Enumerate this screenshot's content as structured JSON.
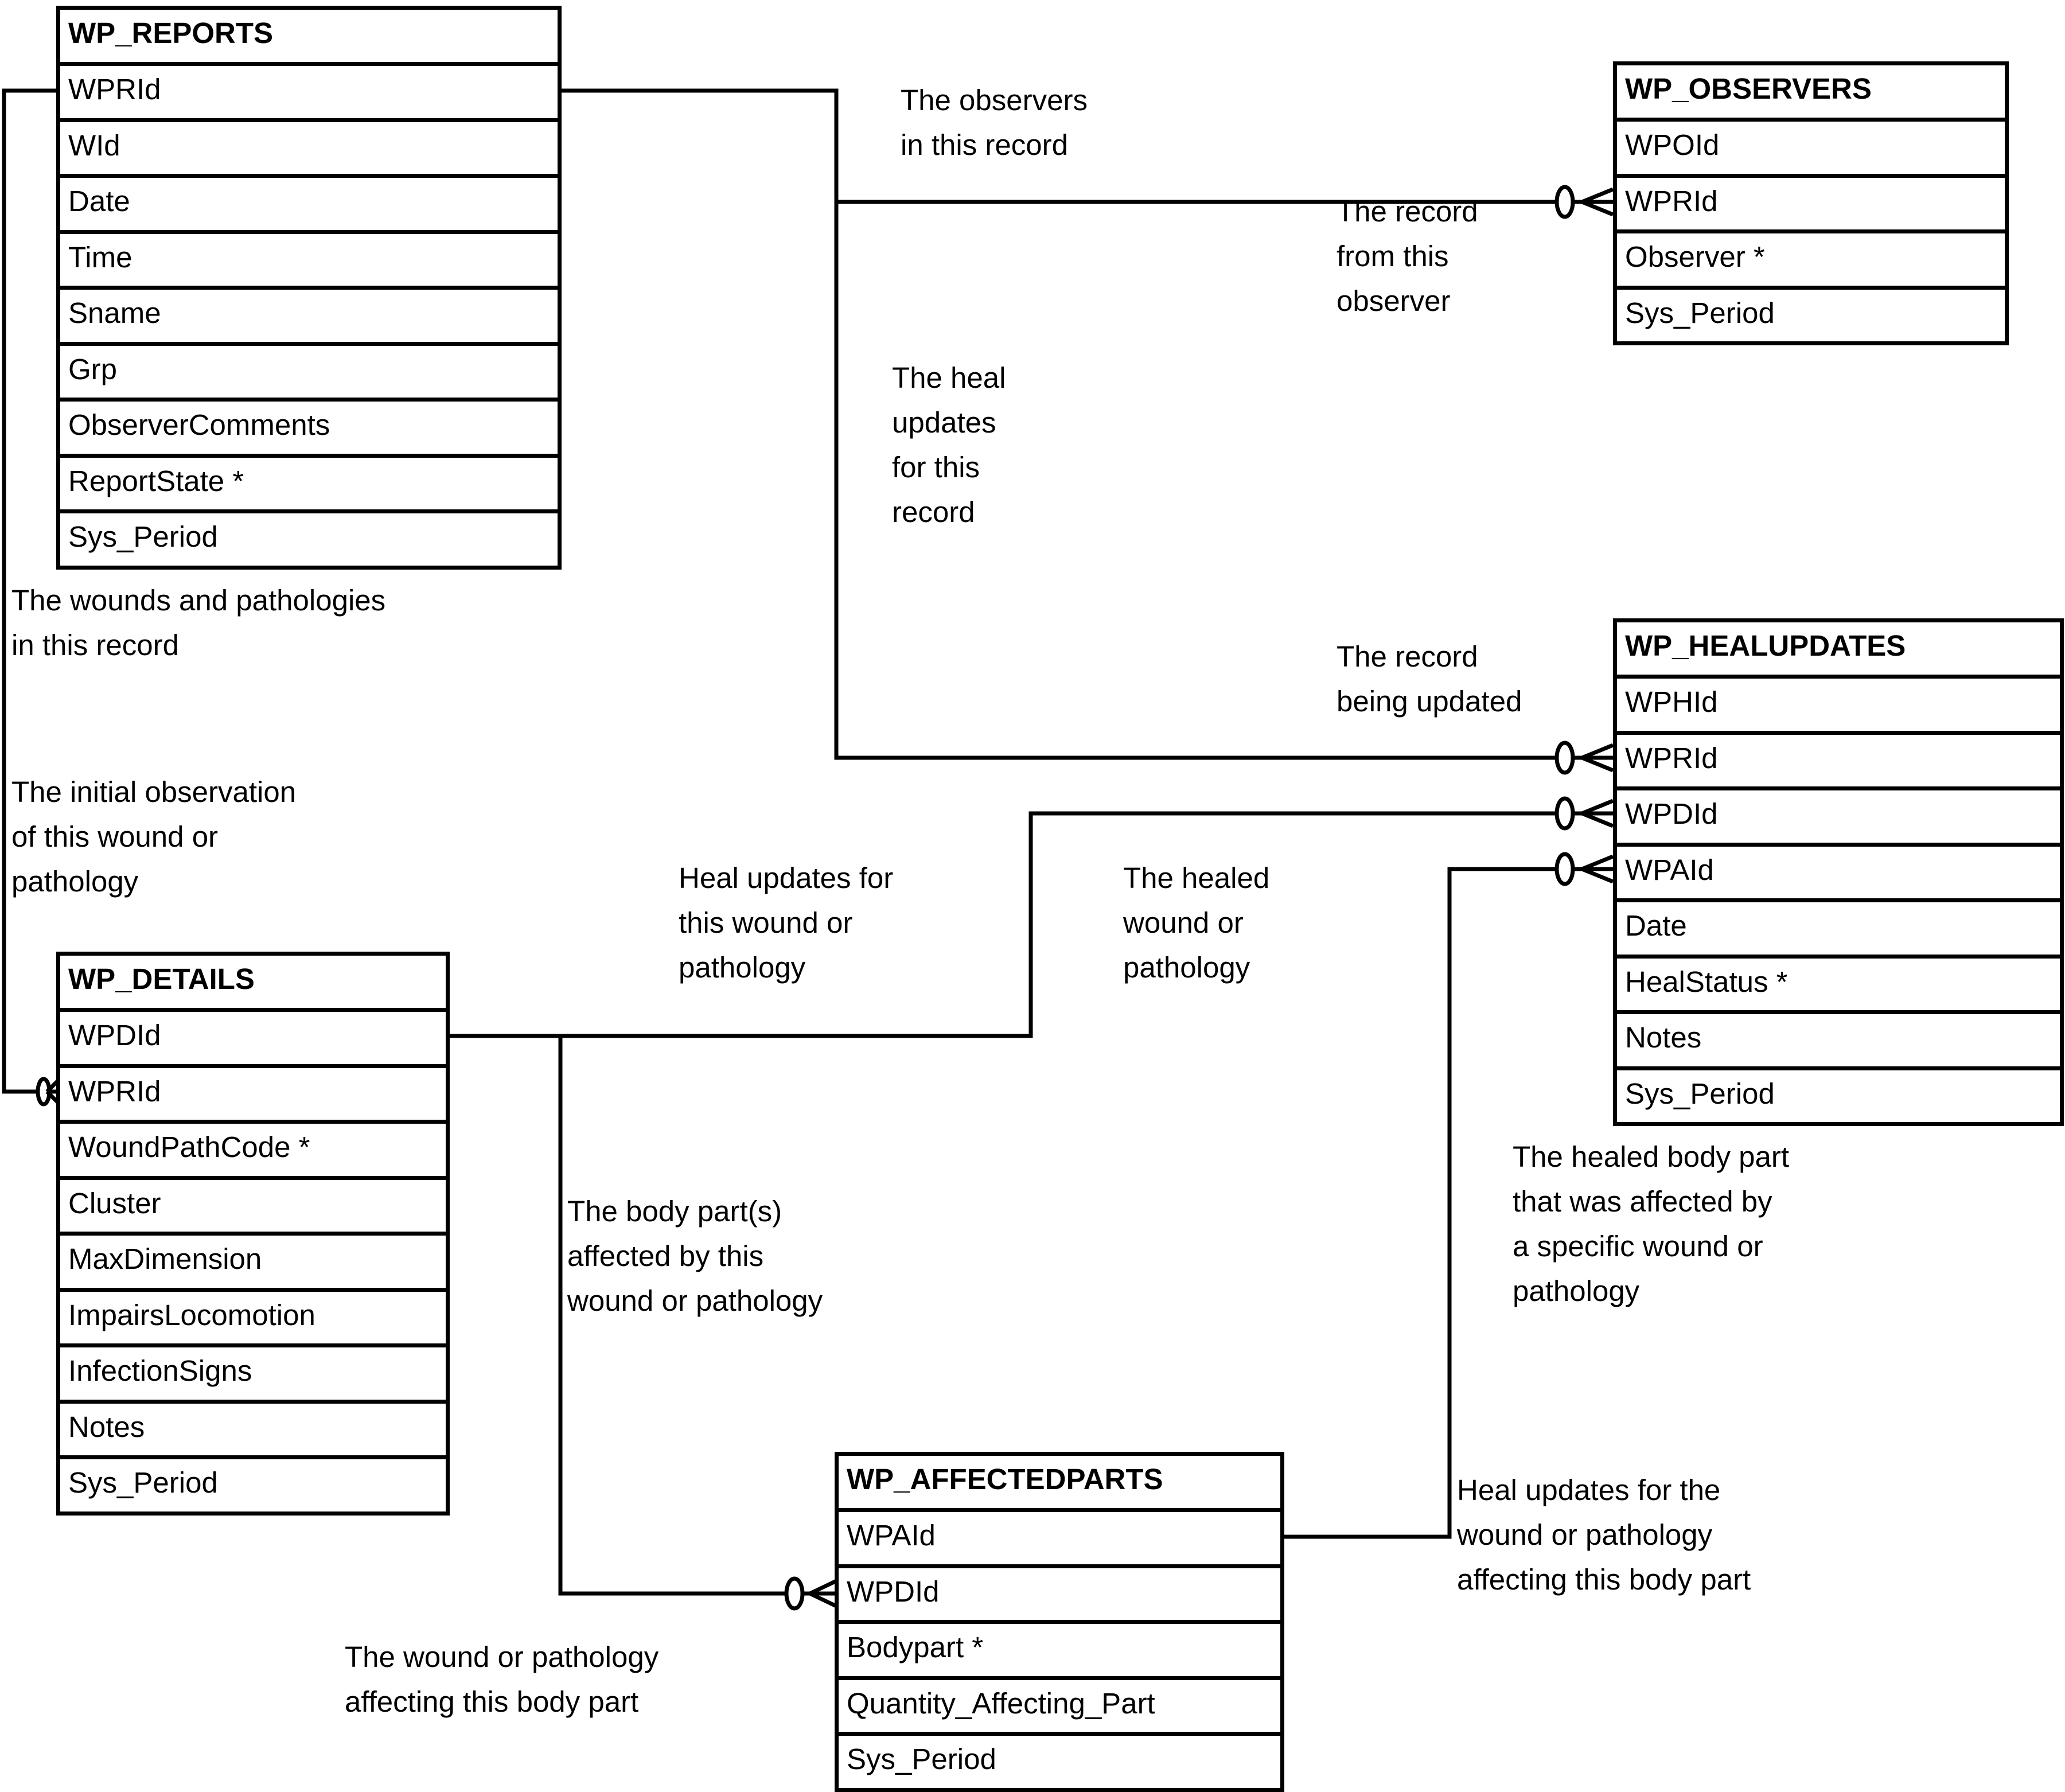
{
  "entities": {
    "reports": {
      "name": "WP_REPORTS",
      "fields": [
        "WPRId",
        "WId",
        "Date",
        "Time",
        "Sname",
        "Grp",
        "ObserverComments",
        "ReportState *",
        "Sys_Period"
      ]
    },
    "observers": {
      "name": "WP_OBSERVERS",
      "fields": [
        "WPOId",
        "WPRId",
        "Observer *",
        "Sys_Period"
      ]
    },
    "healupdates": {
      "name": "WP_HEALUPDATES",
      "fields": [
        "WPHId",
        "WPRId",
        "WPDId",
        "WPAId",
        "Date",
        "HealStatus *",
        "Notes",
        "Sys_Period"
      ]
    },
    "details": {
      "name": "WP_DETAILS",
      "fields": [
        "WPDId",
        "WPRId",
        "WoundPathCode *",
        "Cluster",
        "MaxDimension",
        "ImpairsLocomotion",
        "InfectionSigns",
        "Notes",
        "Sys_Period"
      ]
    },
    "affectedparts": {
      "name": "WP_AFFECTEDPARTS",
      "fields": [
        "WPAId",
        "WPDId",
        "Bodypart *",
        "Quantity_Affecting_Part",
        "Sys_Period"
      ]
    }
  },
  "annotations": {
    "observers_in_record": "The observers\nin this record",
    "record_from_observer": "The record\nfrom this\nobserver",
    "heal_updates_for_record": "The heal\nupdates\nfor this\nrecord",
    "record_being_updated": "The record\nbeing updated",
    "wounds_in_record": "The wounds and pathologies\nin this record",
    "initial_observation": "The initial observation\nof this wound or\npathology",
    "heal_updates_for_wound": "Heal updates for\nthis wound or\npathology",
    "healed_wound": "The healed\nwound or\npathology",
    "healed_body_part": "The healed body part\nthat was affected by\na specific wound or\npathology",
    "body_parts_affected": "The body part(s)\naffected by this\nwound or pathology",
    "heal_updates_for_body_part": "Heal updates for the\nwound or pathology\naffecting this body part",
    "wound_affecting_part": "The wound or pathology\naffecting this body part"
  }
}
